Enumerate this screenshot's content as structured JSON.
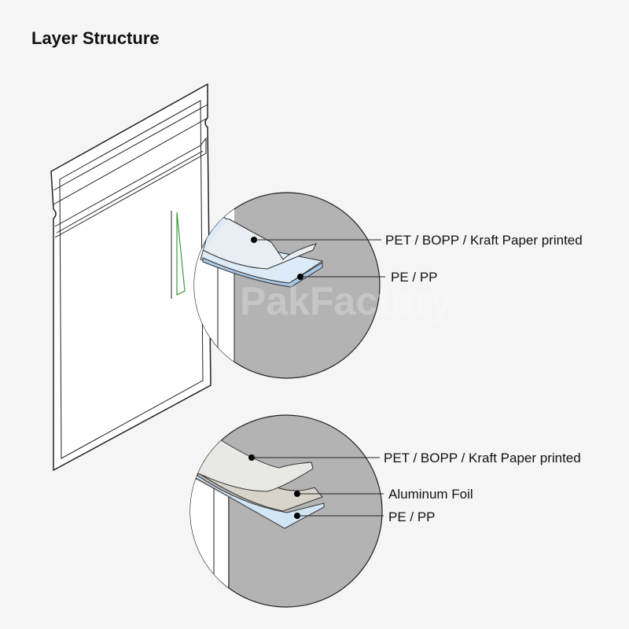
{
  "title": "Layer Structure",
  "watermark": "PakFactory",
  "detail_top": {
    "labels": [
      "PET / BOPP / Kraft Paper printed",
      "PE / PP"
    ]
  },
  "detail_bottom": {
    "labels": [
      "PET / BOPP / Kraft Paper printed",
      "Aluminum Foil",
      "PE / PP"
    ]
  },
  "colors": {
    "background": "#f5f5f5",
    "circle": "#b3b3b3",
    "film": "#dcebf7",
    "foil": "#d8d4cc",
    "outer": "#e8e8e4"
  }
}
